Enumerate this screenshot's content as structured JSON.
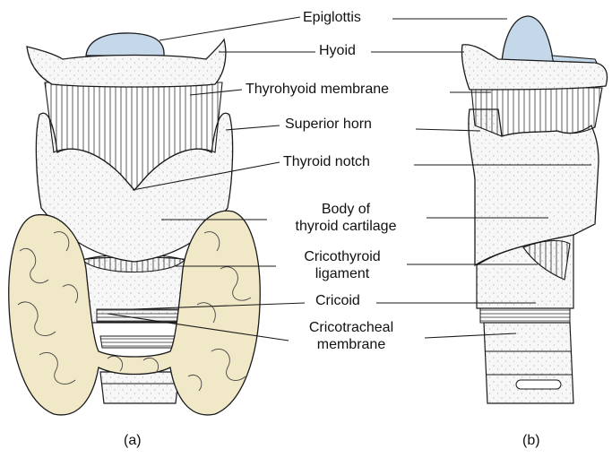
{
  "labels": {
    "epiglottis": "Epiglottis",
    "hyoid": "Hyoid",
    "thyrohyoid_membrane": "Thyrohyoid membrane",
    "superior_horn": "Superior horn",
    "thyroid_notch": "Thyroid notch",
    "body_line1": "Body of",
    "body_line2": "thyroid cartilage",
    "cricothyroid_line1": "Cricothyroid",
    "cricothyroid_line2": "ligament",
    "cricoid": "Cricoid",
    "cricotracheal_line1": "Cricotracheal",
    "cricotracheal_line2": "membrane"
  },
  "captions": {
    "left": "(a)",
    "right": "(b)"
  },
  "colors": {
    "epiglottis": "#c4d8ea",
    "thyroid_gland": "#f1e8c8",
    "cartilage": "#f7f7f7",
    "outline": "#1a1a1a"
  }
}
